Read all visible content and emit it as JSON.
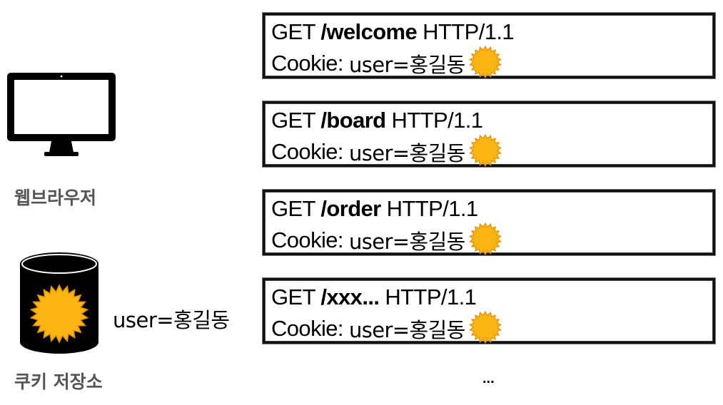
{
  "client": {
    "browser_label": "웹브라우저",
    "storage_label": "쿠키 저장소",
    "stored_cookie": "user=홍길동"
  },
  "requests": [
    {
      "method": "GET",
      "path": "/welcome",
      "protocol": "HTTP/1.1",
      "cookie_header": "Cookie:",
      "cookie_value": "user=홍길동"
    },
    {
      "method": "GET",
      "path": "/board",
      "protocol": "HTTP/1.1",
      "cookie_header": "Cookie:",
      "cookie_value": "user=홍길동"
    },
    {
      "method": "GET",
      "path": "/order",
      "protocol": "HTTP/1.1",
      "cookie_header": "Cookie:",
      "cookie_value": "user=홍길동"
    },
    {
      "method": "GET",
      "path": "/xxx...",
      "protocol": "HTTP/1.1",
      "cookie_header": "Cookie:",
      "cookie_value": "user=홍길동"
    }
  ],
  "more_indicator": "...",
  "icons": {
    "browser": "monitor-icon",
    "storage": "database-icon",
    "cookie": "cookie-burst-icon"
  },
  "colors": {
    "cookie_fill": "#FBB513",
    "cookie_stroke": "#E38F00",
    "label_gray": "#555555"
  }
}
